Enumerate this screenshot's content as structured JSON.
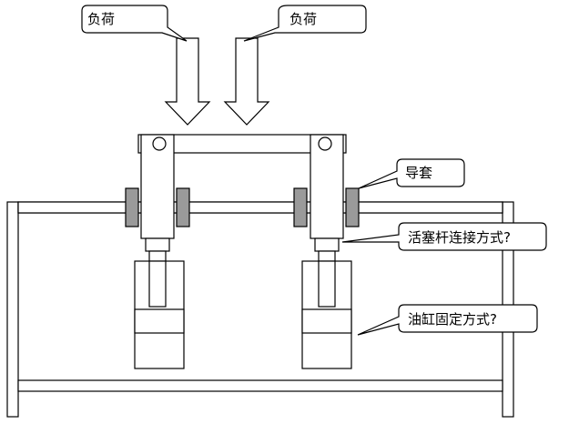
{
  "callouts": {
    "load_left": "负荷",
    "load_right": "负荷",
    "guide_sleeve": "导套",
    "rod_connection": "活塞杆连接方式?",
    "cylinder_mount": "油缸固定方式?"
  },
  "colors": {
    "line": "#000000",
    "bushing_fill": "#9a9a9a",
    "background": "#ffffff"
  }
}
